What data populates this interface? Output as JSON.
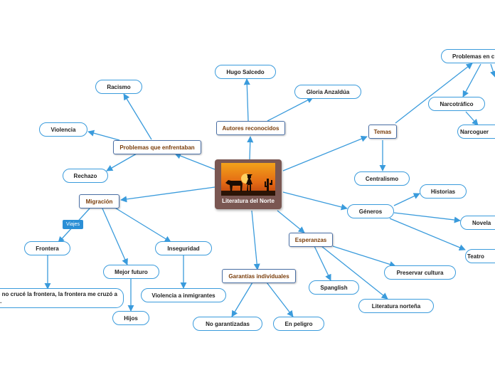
{
  "root": {
    "label": "Literatura del Norte",
    "image": "cowboy-horse-sunset"
  },
  "branches": {
    "autores": {
      "label": "Autores reconocidos",
      "children": [
        "Hugo Salcedo",
        "Gloria Anzaldúa"
      ]
    },
    "problemas": {
      "label": "Problemas que enfrentaban",
      "children": [
        "Racismo",
        "Violencia",
        "Rechazo"
      ]
    },
    "migracion": {
      "label": "Migración",
      "tag": "Viajes",
      "children": [
        "Frontera",
        "Mejor futuro",
        "Inseguridad"
      ]
    },
    "frontera_quote": "\"Yo no crucé la frontera, la frontera me cruzó a mí\".",
    "mejor_futuro_child": "Hijos",
    "inseguridad_child": "Violencia a inmigrantes",
    "garantias": {
      "label": "Garantías individuales",
      "children": [
        "No garantizadas",
        "En peligro"
      ]
    },
    "esperanzas": {
      "label": "Esperanzas",
      "children": [
        "Spanglish",
        "Literatura norteña",
        "Preservar cultura"
      ]
    },
    "temas": {
      "label": "Temas",
      "children": [
        "Problemas en c",
        "Centralismo"
      ]
    },
    "problemas_en_c_children": [
      "Narcotráfico"
    ],
    "narcotrafico_child": "Narcoguer",
    "generos": {
      "label": "Géneros",
      "children": [
        "Historias",
        "Novela",
        "Teatro"
      ]
    }
  },
  "colors": {
    "edge": "#3a9bdc",
    "main_text": "#7a3d0a",
    "root_bg": "#7a5752",
    "tag_bg": "#2b8fd6"
  }
}
